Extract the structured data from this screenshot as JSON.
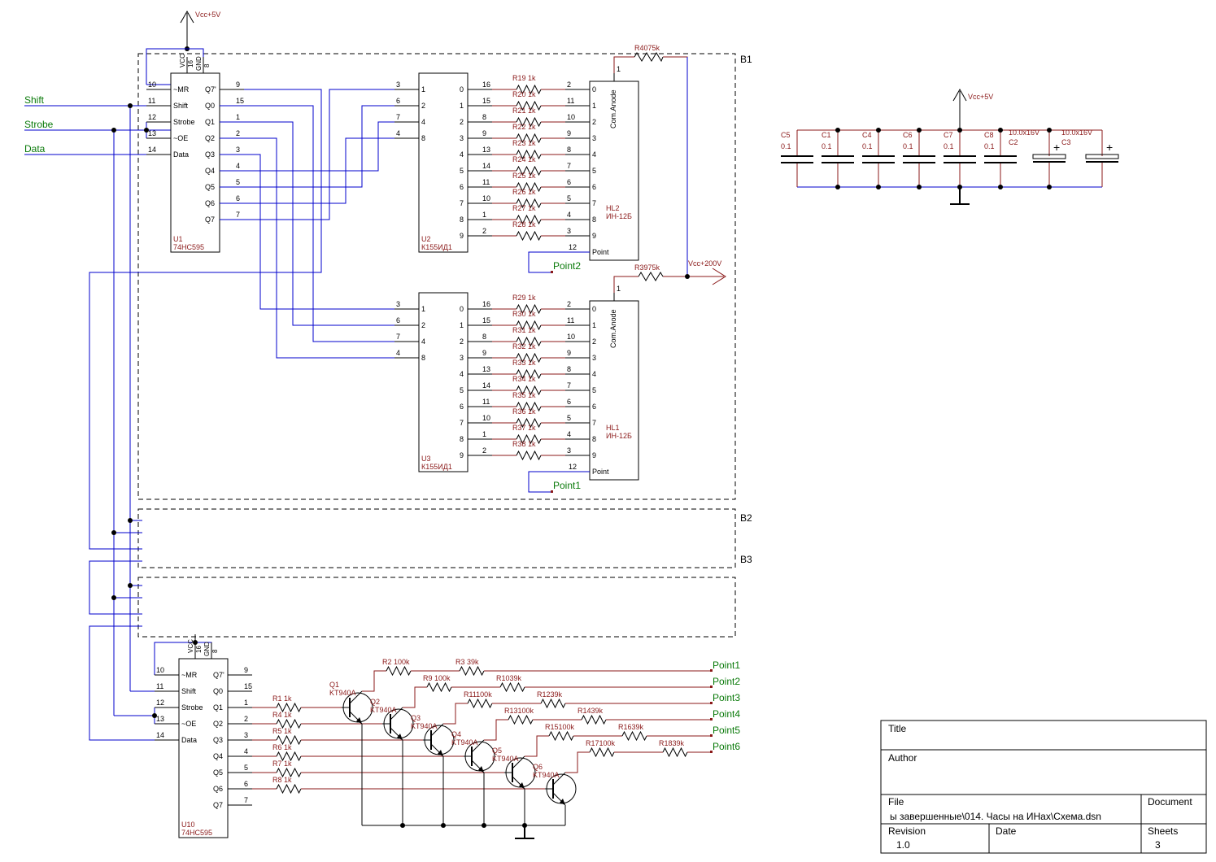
{
  "supply_labels": {
    "vcc5_top": "Vcc+5V",
    "vcc5_right": "Vcc+5V",
    "vcc200": "Vcc+200V"
  },
  "nets": {
    "shift": "Shift",
    "strobe": "Strobe",
    "data": "Data"
  },
  "blocks": {
    "b1": "B1",
    "b2": "B2",
    "b3": "B3"
  },
  "u1": {
    "ref": "U1",
    "part": "74HC595"
  },
  "u10": {
    "ref": "U10",
    "part": "74HC595"
  },
  "u2": {
    "ref": "U2",
    "part": "К155ИД1"
  },
  "u3": {
    "ref": "U3",
    "part": "К155ИД1"
  },
  "hl2": {
    "ref": "HL2",
    "part": "ИН-12Б"
  },
  "hl1": {
    "ref": "HL1",
    "part": "ИН-12Б"
  },
  "com_anode": "Com.Anode",
  "point_pin": "Point",
  "r40": "R4075k",
  "r39": "R3975k",
  "points_left": {
    "p2": "Point2",
    "p1": "Point1"
  },
  "points_right": [
    "Point1",
    "Point2",
    "Point3",
    "Point4",
    "Point5",
    "Point6"
  ],
  "caps": [
    {
      "ref": "C5",
      "val": "0.1"
    },
    {
      "ref": "C1",
      "val": "0.1"
    },
    {
      "ref": "C4",
      "val": "0.1"
    },
    {
      "ref": "C6",
      "val": "0.1"
    },
    {
      "ref": "C7",
      "val": "0.1"
    },
    {
      "ref": "C8",
      "val": "0.1"
    },
    {
      "ref": "C2",
      "val": "10.0x16V"
    },
    {
      "ref": "C3",
      "val": "10.0x16V"
    }
  ],
  "icpins": {
    "vcc": "VCC",
    "p16": "16",
    "gnd": "GND",
    "p8": "8",
    "left_nums": [
      "10",
      "11",
      "12",
      "13",
      "14"
    ],
    "left_names": [
      "~MR",
      "Shift",
      "Strobe",
      "~OE",
      "Data"
    ],
    "right_names": [
      "Q7'",
      "Q0",
      "Q1",
      "Q2",
      "Q3",
      "Q4",
      "Q5",
      "Q6",
      "Q7"
    ],
    "right_nums": [
      "9",
      "15",
      "1",
      "2",
      "3",
      "4",
      "5",
      "6",
      "7"
    ]
  },
  "dec": {
    "in_nums": [
      "3",
      "6",
      "7",
      "4"
    ],
    "in_names": [
      "1",
      "2",
      "4",
      "8"
    ],
    "out_names": [
      "0",
      "1",
      "2",
      "3",
      "4",
      "5",
      "6",
      "7",
      "8",
      "9"
    ],
    "out_nums": [
      "16",
      "15",
      "8",
      "9",
      "13",
      "14",
      "11",
      "10",
      "1",
      "2"
    ]
  },
  "tube": {
    "pin_nums": [
      "2",
      "11",
      "10",
      "9",
      "8",
      "7",
      "6",
      "5",
      "4",
      "3"
    ],
    "pin_names": [
      "0",
      "1",
      "2",
      "3",
      "4",
      "5",
      "6",
      "7",
      "8",
      "9"
    ],
    "anode_pin": "1",
    "point_num": "12"
  },
  "res_u2": [
    "R19 1k",
    "R20 1k",
    "R21 1k",
    "R22 1k",
    "R23 1k",
    "R24 1k",
    "R25 1k",
    "R26 1k",
    "R27 1k",
    "R28 1k"
  ],
  "res_u3": [
    "R29 1k",
    "R30 1k",
    "R31 1k",
    "R32 1k",
    "R33 1k",
    "R34 1k",
    "R35 1k",
    "R36 1k",
    "R37 1k",
    "R38 1k"
  ],
  "base_res": [
    "R1  1k",
    "R4  1k",
    "R5  1k",
    "R6  1k",
    "R7  1k",
    "R8  1k"
  ],
  "transistors": [
    {
      "ref": "Q1",
      "part": "KT940A"
    },
    {
      "ref": "Q2",
      "part": "KT940A"
    },
    {
      "ref": "Q3",
      "part": "KT940A"
    },
    {
      "ref": "Q4",
      "part": "KT940A"
    },
    {
      "ref": "Q5",
      "part": "KT940A"
    },
    {
      "ref": "Q6",
      "part": "KT940A"
    }
  ],
  "collector_res": {
    "r2": "R2   100k",
    "r3": "R3   39k",
    "r9": "R9   100k",
    "r10": "R1039k",
    "r11": "R11100k",
    "r12": "R1239k",
    "r13": "R13100k",
    "r14": "R1439k",
    "r15": "R15100k",
    "r16": "R1639k",
    "r17": "R17100k",
    "r18": "R1839k"
  },
  "title_block": {
    "title_label": "Title",
    "title_value": "",
    "author_label": "Author",
    "author_value": "",
    "file_label": "File",
    "file_value": "ы завершенные\\014. Часы на ИНах\\Схема.dsn",
    "document_label": "Document",
    "document_value": "",
    "revision_label": "Revision",
    "revision_value": "1.0",
    "date_label": "Date",
    "date_value": "",
    "sheets_label": "Sheets",
    "sheets_value": "3"
  },
  "colors": {
    "wire": "#0000cc",
    "component": "#8b1a1a",
    "net_label": "#0a7a0a",
    "junction": "#000000"
  }
}
